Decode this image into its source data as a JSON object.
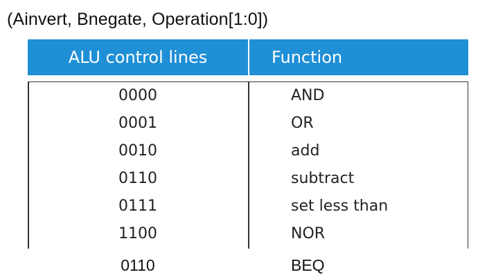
{
  "caption": "(Ainvert, Bnegate, Operation[1:0])",
  "table": {
    "headers": [
      "ALU control lines",
      "Function"
    ],
    "rows": [
      {
        "code": "0000",
        "function": "AND"
      },
      {
        "code": "0001",
        "function": "OR"
      },
      {
        "code": "0010",
        "function": "add"
      },
      {
        "code": "0110",
        "function": "subtract"
      },
      {
        "code": "0111",
        "function": "set less than"
      },
      {
        "code": "1100",
        "function": "NOR"
      }
    ],
    "header_color": "#1f8fd6"
  },
  "extra_row": {
    "code": "0110",
    "function": "BEQ"
  }
}
